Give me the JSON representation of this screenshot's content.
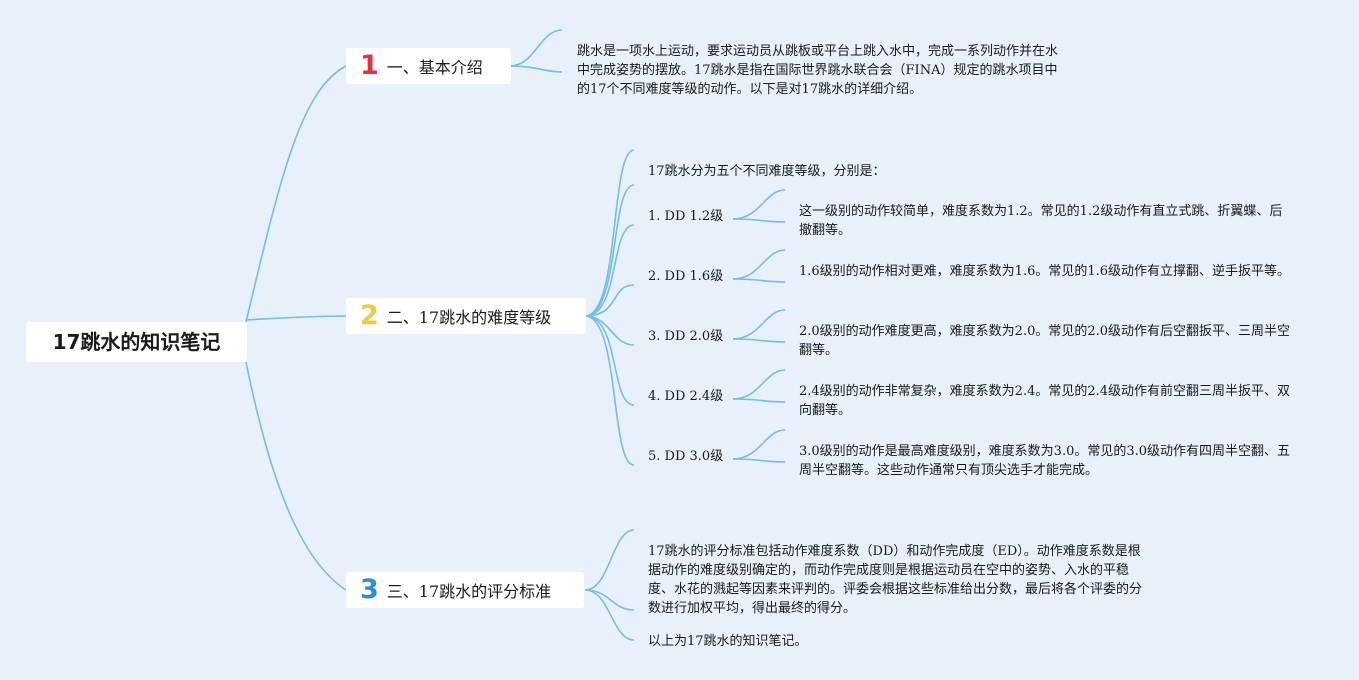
{
  "root": {
    "title": "17跳水的知识笔记"
  },
  "branches": [
    {
      "number": "1",
      "label": "一、基本介绍",
      "color": "#e3313d",
      "leaves": [
        "跳水是一项水上运动，要求运动员从跳板或平台上跳入水中，完成一系列动作并在水中完成姿势的摆放。17跳水是指在国际世界跳水联合会（FINA）规定的跳水项目中的17个不同难度等级的动作。以下是对17跳水的详细介绍。"
      ]
    },
    {
      "number": "2",
      "label": "二、17跳水的难度等级",
      "color": "#f3c744",
      "intro": "17跳水分为五个不同难度等级，分别是：",
      "levels": [
        {
          "label": "1. DD 1.2级",
          "desc": "这一级别的动作较简单，难度系数为1.2。常见的1.2级动作有直立式跳、折翼蝶、后撤翻等。"
        },
        {
          "label": "2. DD 1.6级",
          "desc": "1.6级别的动作相对更难，难度系数为1.6。常见的1.6级动作有立撑翻、逆手扳平等。"
        },
        {
          "label": "3. DD 2.0级",
          "desc": "2.0级别的动作难度更高，难度系数为2.0。常见的2.0级动作有后空翻扳平、三周半空翻等。"
        },
        {
          "label": "4. DD 2.4级",
          "desc": "2.4级别的动作非常复杂，难度系数为2.4。常见的2.4级动作有前空翻三周半扳平、双向翻等。"
        },
        {
          "label": "5. DD 3.0级",
          "desc": "3.0级别的动作是最高难度级别，难度系数为3.0。常见的3.0级动作有四周半空翻、五周半空翻等。这些动作通常只有顶尖选手才能完成。"
        }
      ]
    },
    {
      "number": "3",
      "label": "三、17跳水的评分标准",
      "color": "#2c8fd3",
      "leaves": [
        "17跳水的评分标准包括动作难度系数（DD）和动作完成度（ED）。动作难度系数是根据动作的难度级别确定的，而动作完成度则是根据运动员在空中的姿势、入水的平稳度、水花的溅起等因素来评判的。评委会根据这些标准给出分数，最后将各个评委的分数进行加权平均，得出最终的得分。",
        "以上为17跳水的知识笔记。"
      ]
    }
  ],
  "colors": {
    "background": "#e8f0f9",
    "link": "#74bee3"
  }
}
